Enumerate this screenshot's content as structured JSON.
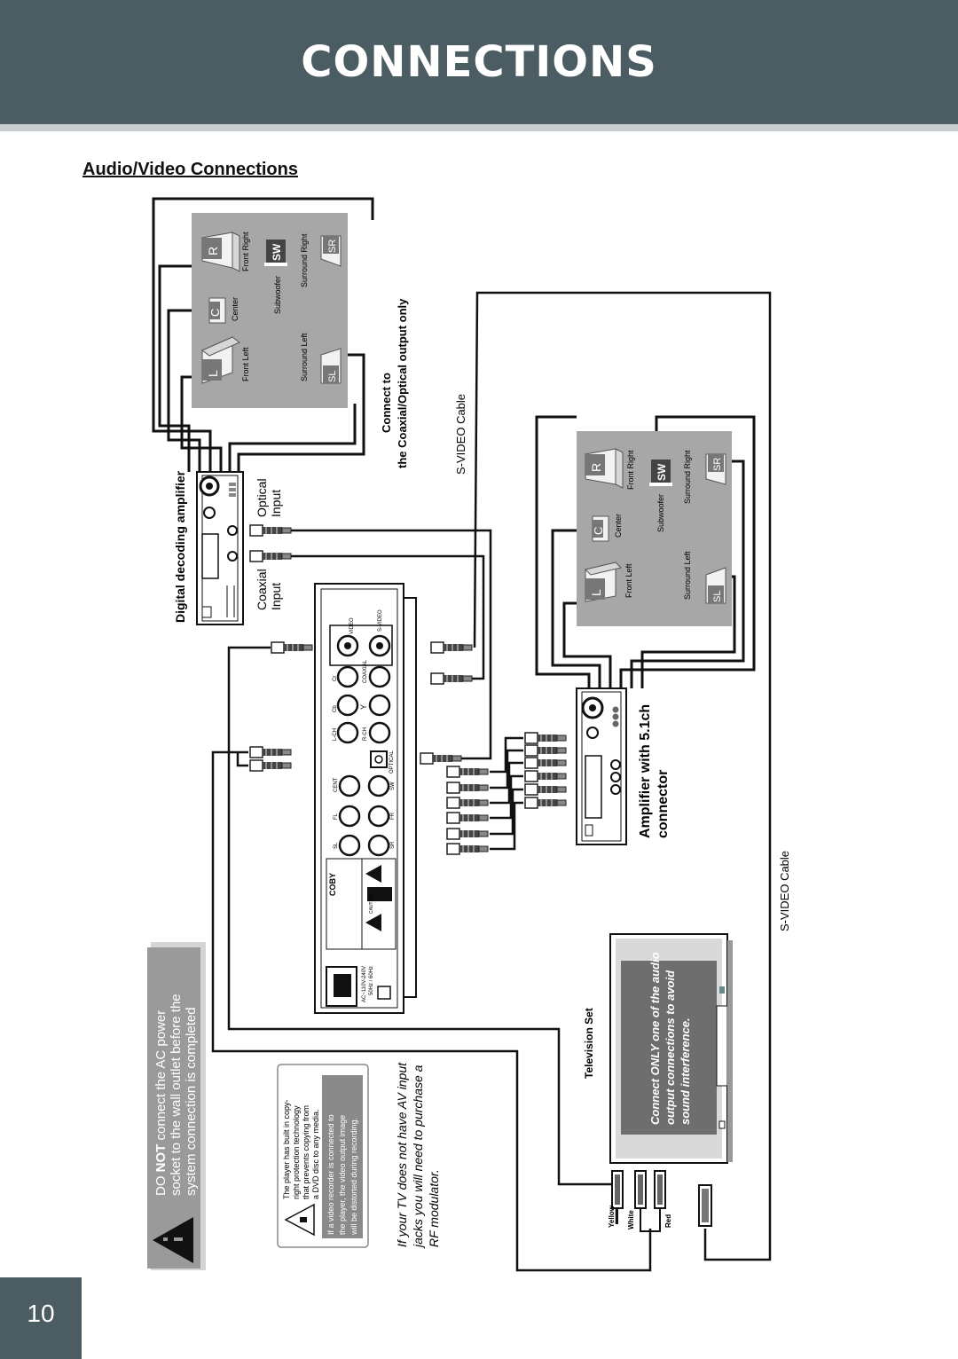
{
  "header": {
    "title": "CONNECTIONS"
  },
  "section": {
    "title": "Audio/Video Connections"
  },
  "page": {
    "number": "10"
  },
  "speakers": {
    "L": "L",
    "C": "C",
    "R": "R",
    "SW": "SW",
    "SL": "SL",
    "SR": "SR",
    "front_left": "Front Left",
    "center": "Center",
    "front_right": "Front Right",
    "subwoofer": "Subwoofer",
    "surround_left": "Surround Left",
    "surround_right": "Surround Right"
  },
  "labels": {
    "digital_amp": "Digital decoding amplifier",
    "optical_1": "Optical",
    "optical_2": "Input",
    "coaxial_1": "Coaxial",
    "coaxial_2": "Input",
    "connect_to_1": "Connect to",
    "connect_to_2": "the Coaxial/Optical output only",
    "svideo_cable": "S-VIDEO Cable",
    "amp51_1": "Amplifier with 5.1ch",
    "amp51_2": "connector",
    "tv_set": "Television Set",
    "yellow": "Yellow",
    "white": "White",
    "red": "Red"
  },
  "player": {
    "video": "VIDEO",
    "svideo": "S-VIDEO",
    "coaxial": "COAXIAL",
    "optical": "OPTICAL",
    "lch": "L-CH",
    "rch": "R-CH",
    "y": "Y",
    "cb": "Cb",
    "cr": "Cr",
    "cent": "CENT",
    "sw": "SW",
    "fl": "FL",
    "fr": "FR",
    "sl": "SL",
    "sr": "SR",
    "brand": "COBY",
    "caution": "CAUTION",
    "power": "AC~110V-240V",
    "freq": "50Hz / 60Hz"
  },
  "warning": {
    "line1_pre": "DO ",
    "line1_bold": "NOT",
    "line1_post": " connect the AC power",
    "line2": "socket to the wall outlet before the",
    "line3": "system connection is completed"
  },
  "notice": {
    "l1": "The player has built in copy-",
    "l2": "right protection technology",
    "l3": "that prevents copying from",
    "l4": "a DVD disc to any media.",
    "l5": "If a video recorder is connected to",
    "l6": "the player, the video output image",
    "l7": "will be distorted during recording."
  },
  "tv_note": {
    "l1": "If your TV does not have AV input",
    "l2": "jacks you will need to purchase a",
    "l3": "RF modulator."
  },
  "tv_screen": {
    "l1": "Connect ONLY one of the audio",
    "l2": "output connections to avoid",
    "l3": "sound interference."
  }
}
